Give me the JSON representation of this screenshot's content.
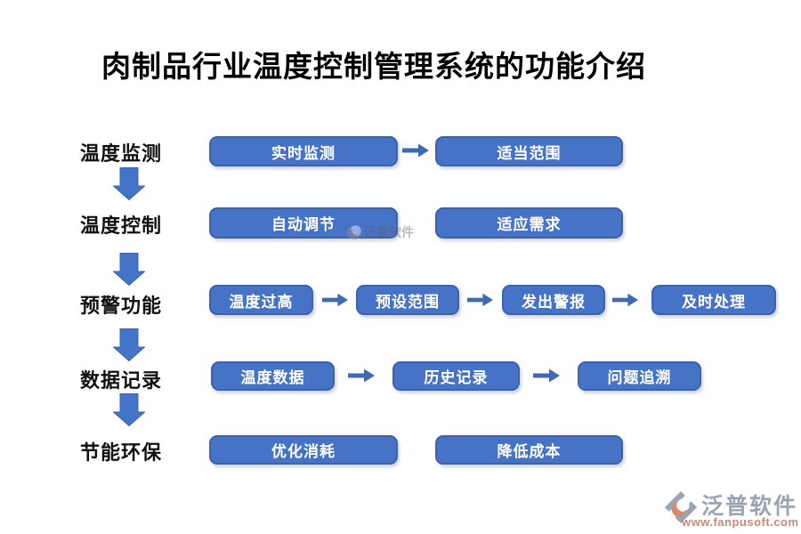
{
  "title": "肉制品行业温度控制管理系统的功能介绍",
  "colors": {
    "box_fill": "#4673C5",
    "box_border": "#3A62AE",
    "box_text": "#FFFFFF",
    "arrow_blue": "#3E69B5",
    "down_arrow_blue": "#4374C8",
    "label_text": "#111111",
    "logo_gray": "#9AA5B4",
    "logo_orange": "#D8886C",
    "logo_url_color": "#C4897A"
  },
  "rows": [
    {
      "label": "温度监测",
      "boxes": [
        "实时监测",
        "适当范围"
      ]
    },
    {
      "label": "温度控制",
      "boxes": [
        "自动调节",
        "适应需求"
      ]
    },
    {
      "label": "预警功能",
      "boxes": [
        "温度过高",
        "预设范围",
        "发出警报",
        "及时处理"
      ]
    },
    {
      "label": "数据记录",
      "boxes": [
        "温度数据",
        "历史记录",
        "问题追溯"
      ]
    },
    {
      "label": "节能环保",
      "boxes": [
        "优化消耗",
        "降低成本"
      ]
    }
  ],
  "watermark": {
    "text": "泛普软件"
  },
  "logo": {
    "name": "泛普软件",
    "url": "www.fanpusoft.com"
  }
}
